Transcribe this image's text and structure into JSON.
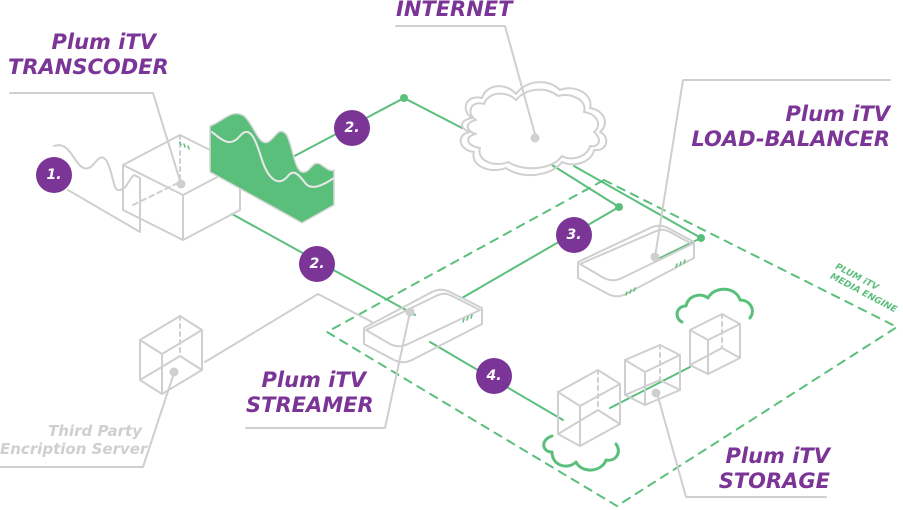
{
  "colors": {
    "accent_purple": "#7a3596",
    "accent_green": "#5bbf7c",
    "outline_grey": "#cfcfcf",
    "background": "#ffffff"
  },
  "labels": {
    "transcoder": {
      "line1": "Plum iTV",
      "line2": "TRANSCODER"
    },
    "internet": {
      "line1": "INTERNET"
    },
    "load_balancer": {
      "line1": "Plum iTV",
      "line2": "LOAD-BALANCER"
    },
    "streamer": {
      "line1": "Plum iTV",
      "line2": "STREAMER"
    },
    "storage": {
      "line1": "Plum iTV",
      "line2": "STORAGE"
    },
    "encryption_server": {
      "line1": "Third Party",
      "line2": "Encription Server"
    },
    "media_engine": {
      "line1": "PLUM iTV",
      "line2": "MEDIA ENGINE"
    }
  },
  "steps": [
    {
      "id": "step-1",
      "label": "1."
    },
    {
      "id": "step-2a",
      "label": "2."
    },
    {
      "id": "step-2b",
      "label": "2."
    },
    {
      "id": "step-3",
      "label": "3."
    },
    {
      "id": "step-4",
      "label": "4."
    }
  ],
  "icons": {
    "transcoder": "box-icon",
    "internet": "cloud-icon",
    "load_balancer": "server-icon",
    "streamer": "server-icon",
    "storage": "storage-box-icon",
    "encryption_server": "box-icon",
    "signal": "wave-icon"
  }
}
